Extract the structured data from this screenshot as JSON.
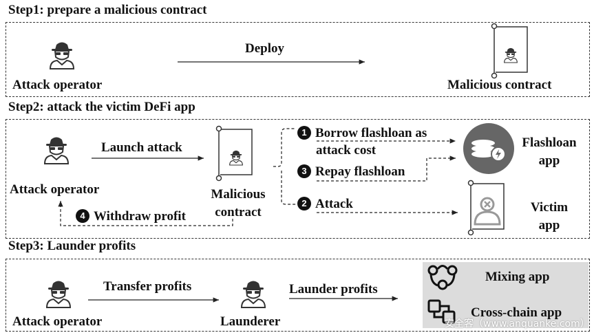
{
  "step1": {
    "title": "Step1: prepare a malicious contract",
    "operator_label": "Attack operator",
    "arrow_label": "Deploy",
    "contract_label": "Malicious contract"
  },
  "step2": {
    "title": "Step2: attack the victim DeFi app",
    "operator_label": "Attack operator",
    "launch_label": "Launch attack",
    "contract_label_line1": "Malicious",
    "contract_label_line2": "contract",
    "action1_badge": "1",
    "action1_line1": "Borrow flashloan as",
    "action1_line2": "attack cost",
    "action3_badge": "3",
    "action3_label": "Repay flashloan",
    "action2_badge": "2",
    "action2_label": "Attack",
    "action4_badge": "4",
    "action4_label": "Withdraw profit",
    "flashloan_line1": "Flashloan",
    "flashloan_line2": "app",
    "victim_line1": "Victim",
    "victim_line2": "app"
  },
  "step3": {
    "title": "Step3: Launder profits",
    "operator_label": "Attack operator",
    "transfer_label": "Transfer profits",
    "launderer_label": "Launderer",
    "launder_label": "Launder profits",
    "mixing_label": "Mixing app",
    "crosschain_label": "Cross-chain app"
  },
  "watermark": "安全客（www.anquanke.com）"
}
